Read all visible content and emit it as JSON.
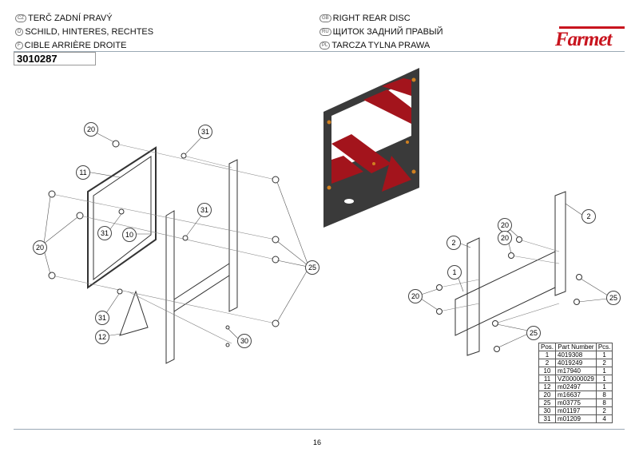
{
  "titles": {
    "cz": {
      "flag": "CZ",
      "text": "TERČ ZADNÍ PRAVÝ"
    },
    "d": {
      "flag": "D",
      "text": "SCHILD, HINTERES, RECHTES"
    },
    "f": {
      "flag": "F",
      "text": "CIBLE ARRIÈRE DROITE"
    },
    "gb": {
      "flag": "GB",
      "text": "RIGHT REAR DISC"
    },
    "ru": {
      "flag": "RU",
      "text": "ЩИТОК ЗАДНИЙ ПРАВЫЙ"
    },
    "pl": {
      "flag": "PL",
      "text": "TARCZA TYLNA PRAWA"
    }
  },
  "part_code": "3010287",
  "logo": "Farmet",
  "callouts": [
    "20",
    "31",
    "11",
    "31",
    "31",
    "10",
    "20",
    "25",
    "31",
    "12",
    "30",
    "2",
    "20",
    "20",
    "2",
    "1",
    "20",
    "25",
    "25"
  ],
  "table": {
    "headers": [
      "Pos.",
      "Part Number",
      "Pcs."
    ],
    "rows": [
      [
        "1",
        "4019308",
        "1"
      ],
      [
        "2",
        "4019249",
        "2"
      ],
      [
        "10",
        "m17940",
        "1"
      ],
      [
        "11",
        "VZ00000029",
        "1"
      ],
      [
        "12",
        "m02497",
        "1"
      ],
      [
        "20",
        "m16637",
        "8"
      ],
      [
        "25",
        "m03775",
        "8"
      ],
      [
        "30",
        "m01197",
        "2"
      ],
      [
        "31",
        "m01209",
        "4"
      ]
    ]
  },
  "page_number": "16",
  "colors": {
    "brand": "#c8141e",
    "reflector_red": "#a3141c",
    "plate": "#3a3a3a"
  }
}
